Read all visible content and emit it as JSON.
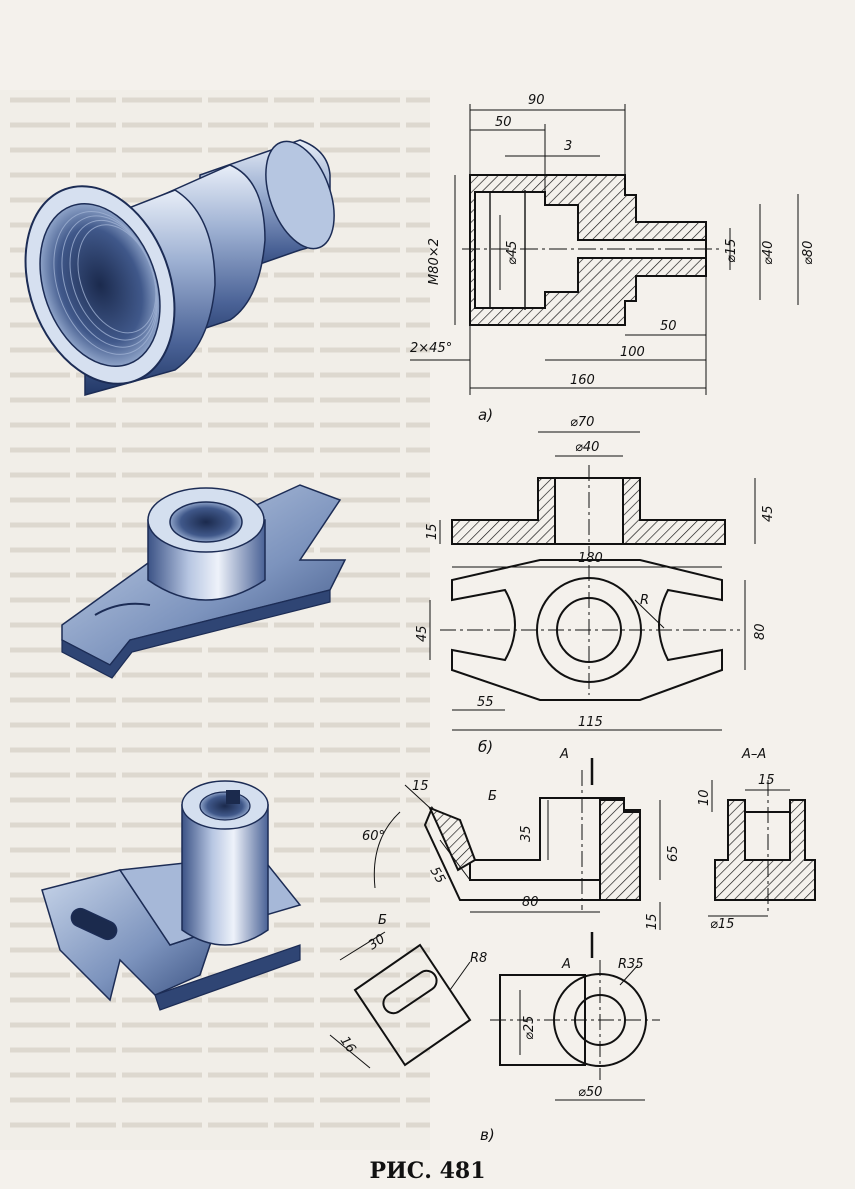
{
  "figure": {
    "caption": "РИС. 481",
    "views": {
      "a": {
        "label": "а)",
        "dims": {
          "d90": "90",
          "d50": "50",
          "d3": "3",
          "m80": "M80×2",
          "d45": "⌀45",
          "d15": "⌀15",
          "d40": "⌀40",
          "d80": "⌀80",
          "d50b": "50",
          "chamfer": "2×45°",
          "d100": "100",
          "d160": "160"
        }
      },
      "b": {
        "label": "б)",
        "dims": {
          "d70": "⌀70",
          "d40": "⌀40",
          "d15": "15",
          "d45": "45",
          "d180": "180",
          "r": "R",
          "d45b": "45",
          "d80": "80",
          "d55": "55",
          "d115": "115"
        }
      },
      "c": {
        "label": "в)",
        "dims": {
          "sectionA": "А",
          "sectionAA": "А–А",
          "viewB": "Б",
          "d15": "15",
          "d60": "60°",
          "d55": "55",
          "d35": "35",
          "d65": "65",
          "d80": "80",
          "d15b": "15",
          "d10": "10",
          "d15c": "15",
          "d15d": "⌀15",
          "d30": "30",
          "r8": "R8",
          "r35": "R35",
          "d16": "16",
          "d25": "⌀25",
          "d50": "⌀50"
        }
      }
    }
  },
  "colors": {
    "ink": "#111111",
    "paper": "#f4f1ec",
    "metal_light": "#c9d6ea",
    "metal_mid": "#7c93bd",
    "metal_dark": "#2f4574"
  }
}
